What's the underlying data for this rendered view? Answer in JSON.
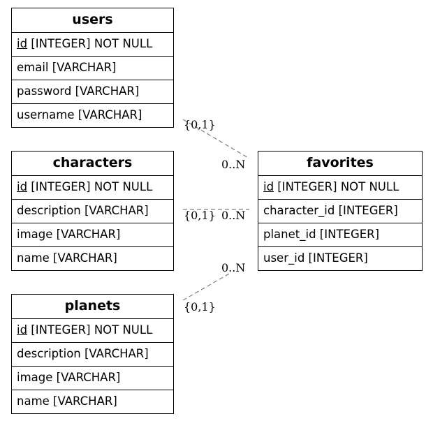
{
  "tables": {
    "users": {
      "title": "users",
      "pk_name": "id",
      "pk_rest": " [INTEGER] NOT NULL",
      "fields": [
        "email [VARCHAR]",
        "password [VARCHAR]",
        "username [VARCHAR]"
      ]
    },
    "characters": {
      "title": "characters",
      "pk_name": "id",
      "pk_rest": " [INTEGER] NOT NULL",
      "fields": [
        "description [VARCHAR]",
        "image [VARCHAR]",
        "name [VARCHAR]"
      ]
    },
    "planets": {
      "title": "planets",
      "pk_name": "id",
      "pk_rest": " [INTEGER] NOT NULL",
      "fields": [
        "description [VARCHAR]",
        "image [VARCHAR]",
        "name [VARCHAR]"
      ]
    },
    "favorites": {
      "title": "favorites",
      "pk_name": "id",
      "pk_rest": " [INTEGER] NOT NULL",
      "fields": [
        "character_id [INTEGER]",
        "planet_id [INTEGER]",
        "user_id [INTEGER]"
      ]
    }
  },
  "relationships": [
    {
      "from": "users",
      "to": "favorites",
      "from_card": "{0,1}",
      "to_card": "0..N"
    },
    {
      "from": "characters",
      "to": "favorites",
      "from_card": "{0,1}",
      "to_card": "0..N"
    },
    {
      "from": "planets",
      "to": "favorites",
      "from_card": "{0,1}",
      "to_card": "0..N"
    }
  ],
  "colors": {
    "line": "#808080",
    "border": "#000000",
    "text": "#000000"
  }
}
